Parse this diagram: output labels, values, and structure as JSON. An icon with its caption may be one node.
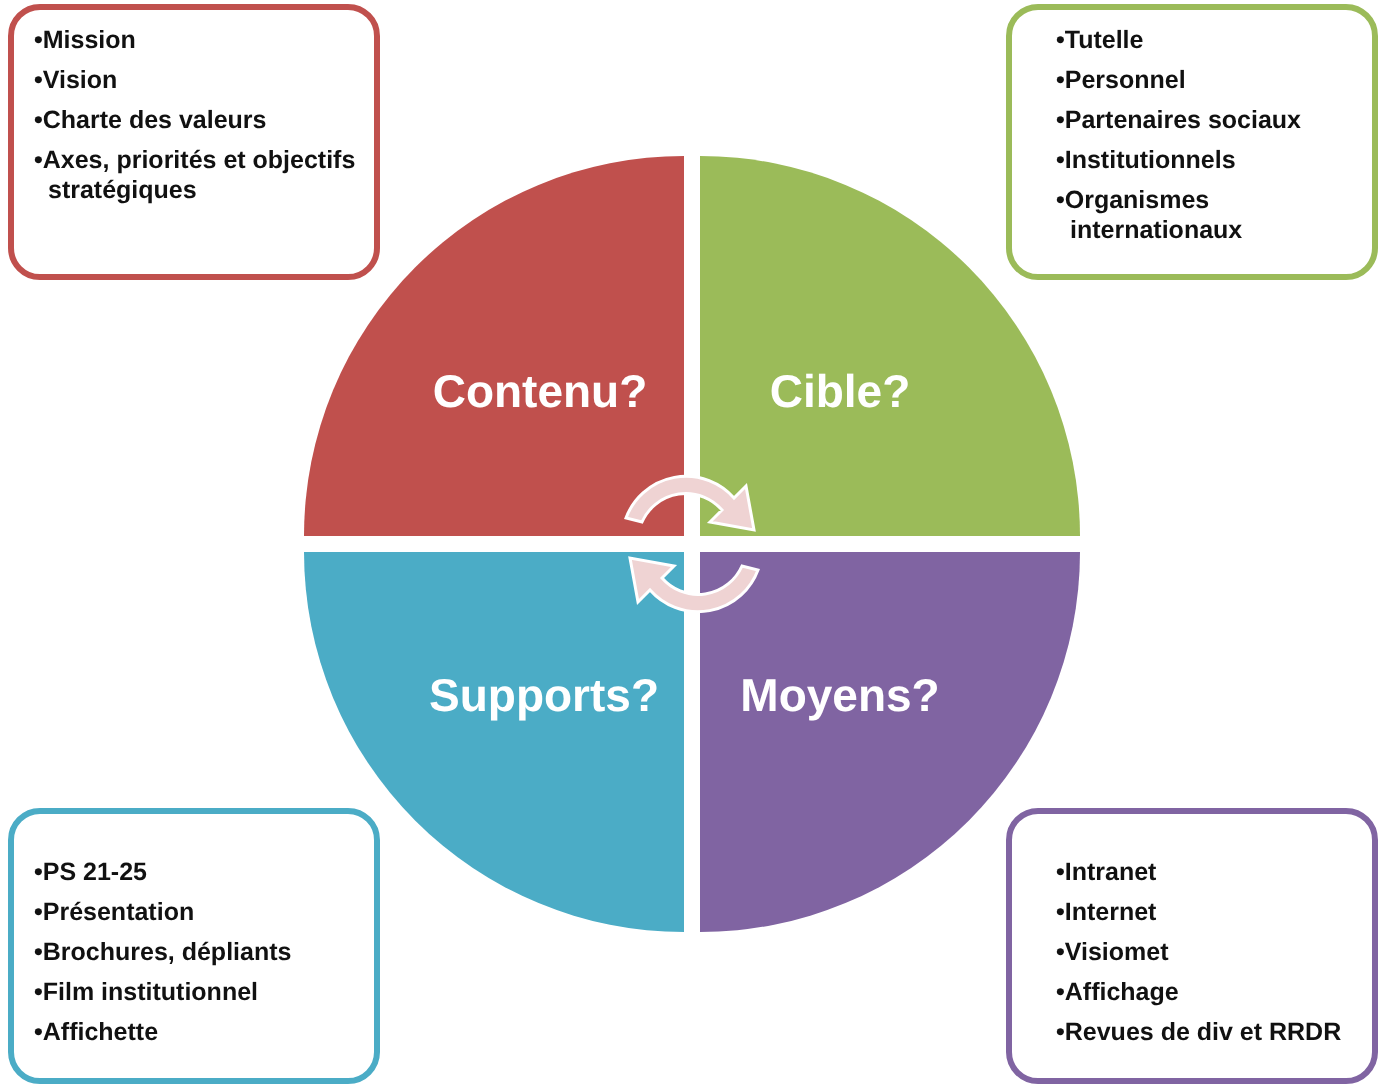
{
  "diagram": {
    "nodes": [
      {
        "text": [
          "•Mission",
          "•Vision",
          "•Charte des valeurs",
          "•Axes, priorités et objectifs stratégiques"
        ]
      },
      {
        "text": [
          "•Tutelle",
          "•Personnel",
          "•Partenaires sociaux",
          "•Institutionnels",
          "•Organismes internationaux"
        ]
      },
      {
        "text": [
          "Contenu?"
        ]
      },
      {
        "text": [
          "Cible?"
        ]
      },
      {
        "text": [
          "Supports?"
        ]
      },
      {
        "text": [
          "Moyens?"
        ]
      },
      {
        "text": [
          "•PS 21-25",
          "•Présentation",
          "•Brochures, dépliants",
          "•Film institutionnel",
          "•Affichette"
        ]
      },
      {
        "text": [
          "•Intranet",
          "•Internet",
          "•Visiomet",
          "•Affichage",
          "•Revues de div et RRDR"
        ]
      }
    ]
  }
}
